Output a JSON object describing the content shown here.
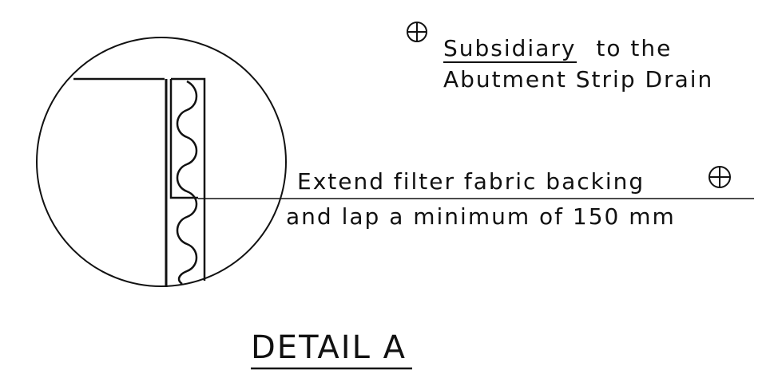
{
  "title": "DETAIL A",
  "note_subsidiary": {
    "line1_underlined": "Subsidiary",
    "line1_rest": "to the",
    "line2": "Abutment Strip Drain"
  },
  "note_filter": {
    "line1": "Extend filter fabric backing",
    "line2": "and lap a minimum of 150 mm"
  },
  "symbols": [
    "circle-cross-icon",
    "circle-cross-icon"
  ],
  "colors": {
    "ink": "#111111",
    "background": "#ffffff"
  }
}
